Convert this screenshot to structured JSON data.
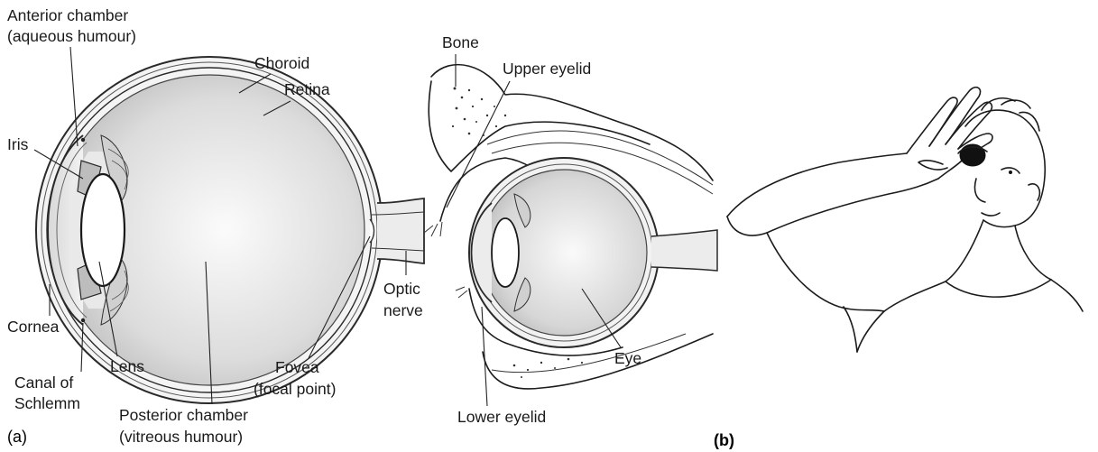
{
  "panel_a": {
    "caption": "(a)",
    "labels": {
      "anterior_1": "Anterior chamber",
      "anterior_2": "(aqueous humour)",
      "iris": "Iris",
      "choroid": "Choroid",
      "retina": "Retina",
      "optic_1": "Optic",
      "optic_2": "nerve",
      "cornea": "Cornea",
      "canal_1": "Canal of",
      "canal_2": "Schlemm",
      "lens": "Lens",
      "fovea_1": "Fovea",
      "fovea_2": "(focal point)",
      "posterior_1": "Posterior chamber",
      "posterior_2": "(vitreous humour)"
    },
    "labels_mid": {
      "bone": "Bone",
      "upper_eyelid": "Upper eyelid",
      "eye": "Eye",
      "lower_eyelid": "Lower eyelid"
    }
  },
  "panel_b": {
    "caption": "(b)"
  }
}
